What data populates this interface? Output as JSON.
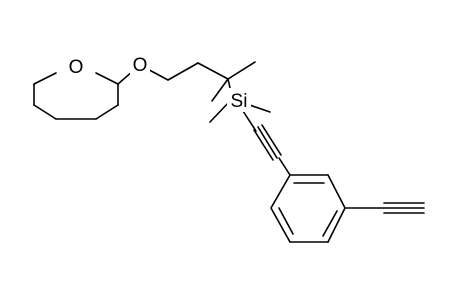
{
  "molecule": {
    "atom_labels": {
      "ring_oxygen": "O",
      "ether_oxygen": "O",
      "silicon": "Si"
    }
  },
  "colors": {
    "background": "#ffffff",
    "bond": "#000000",
    "label": "#000000"
  }
}
